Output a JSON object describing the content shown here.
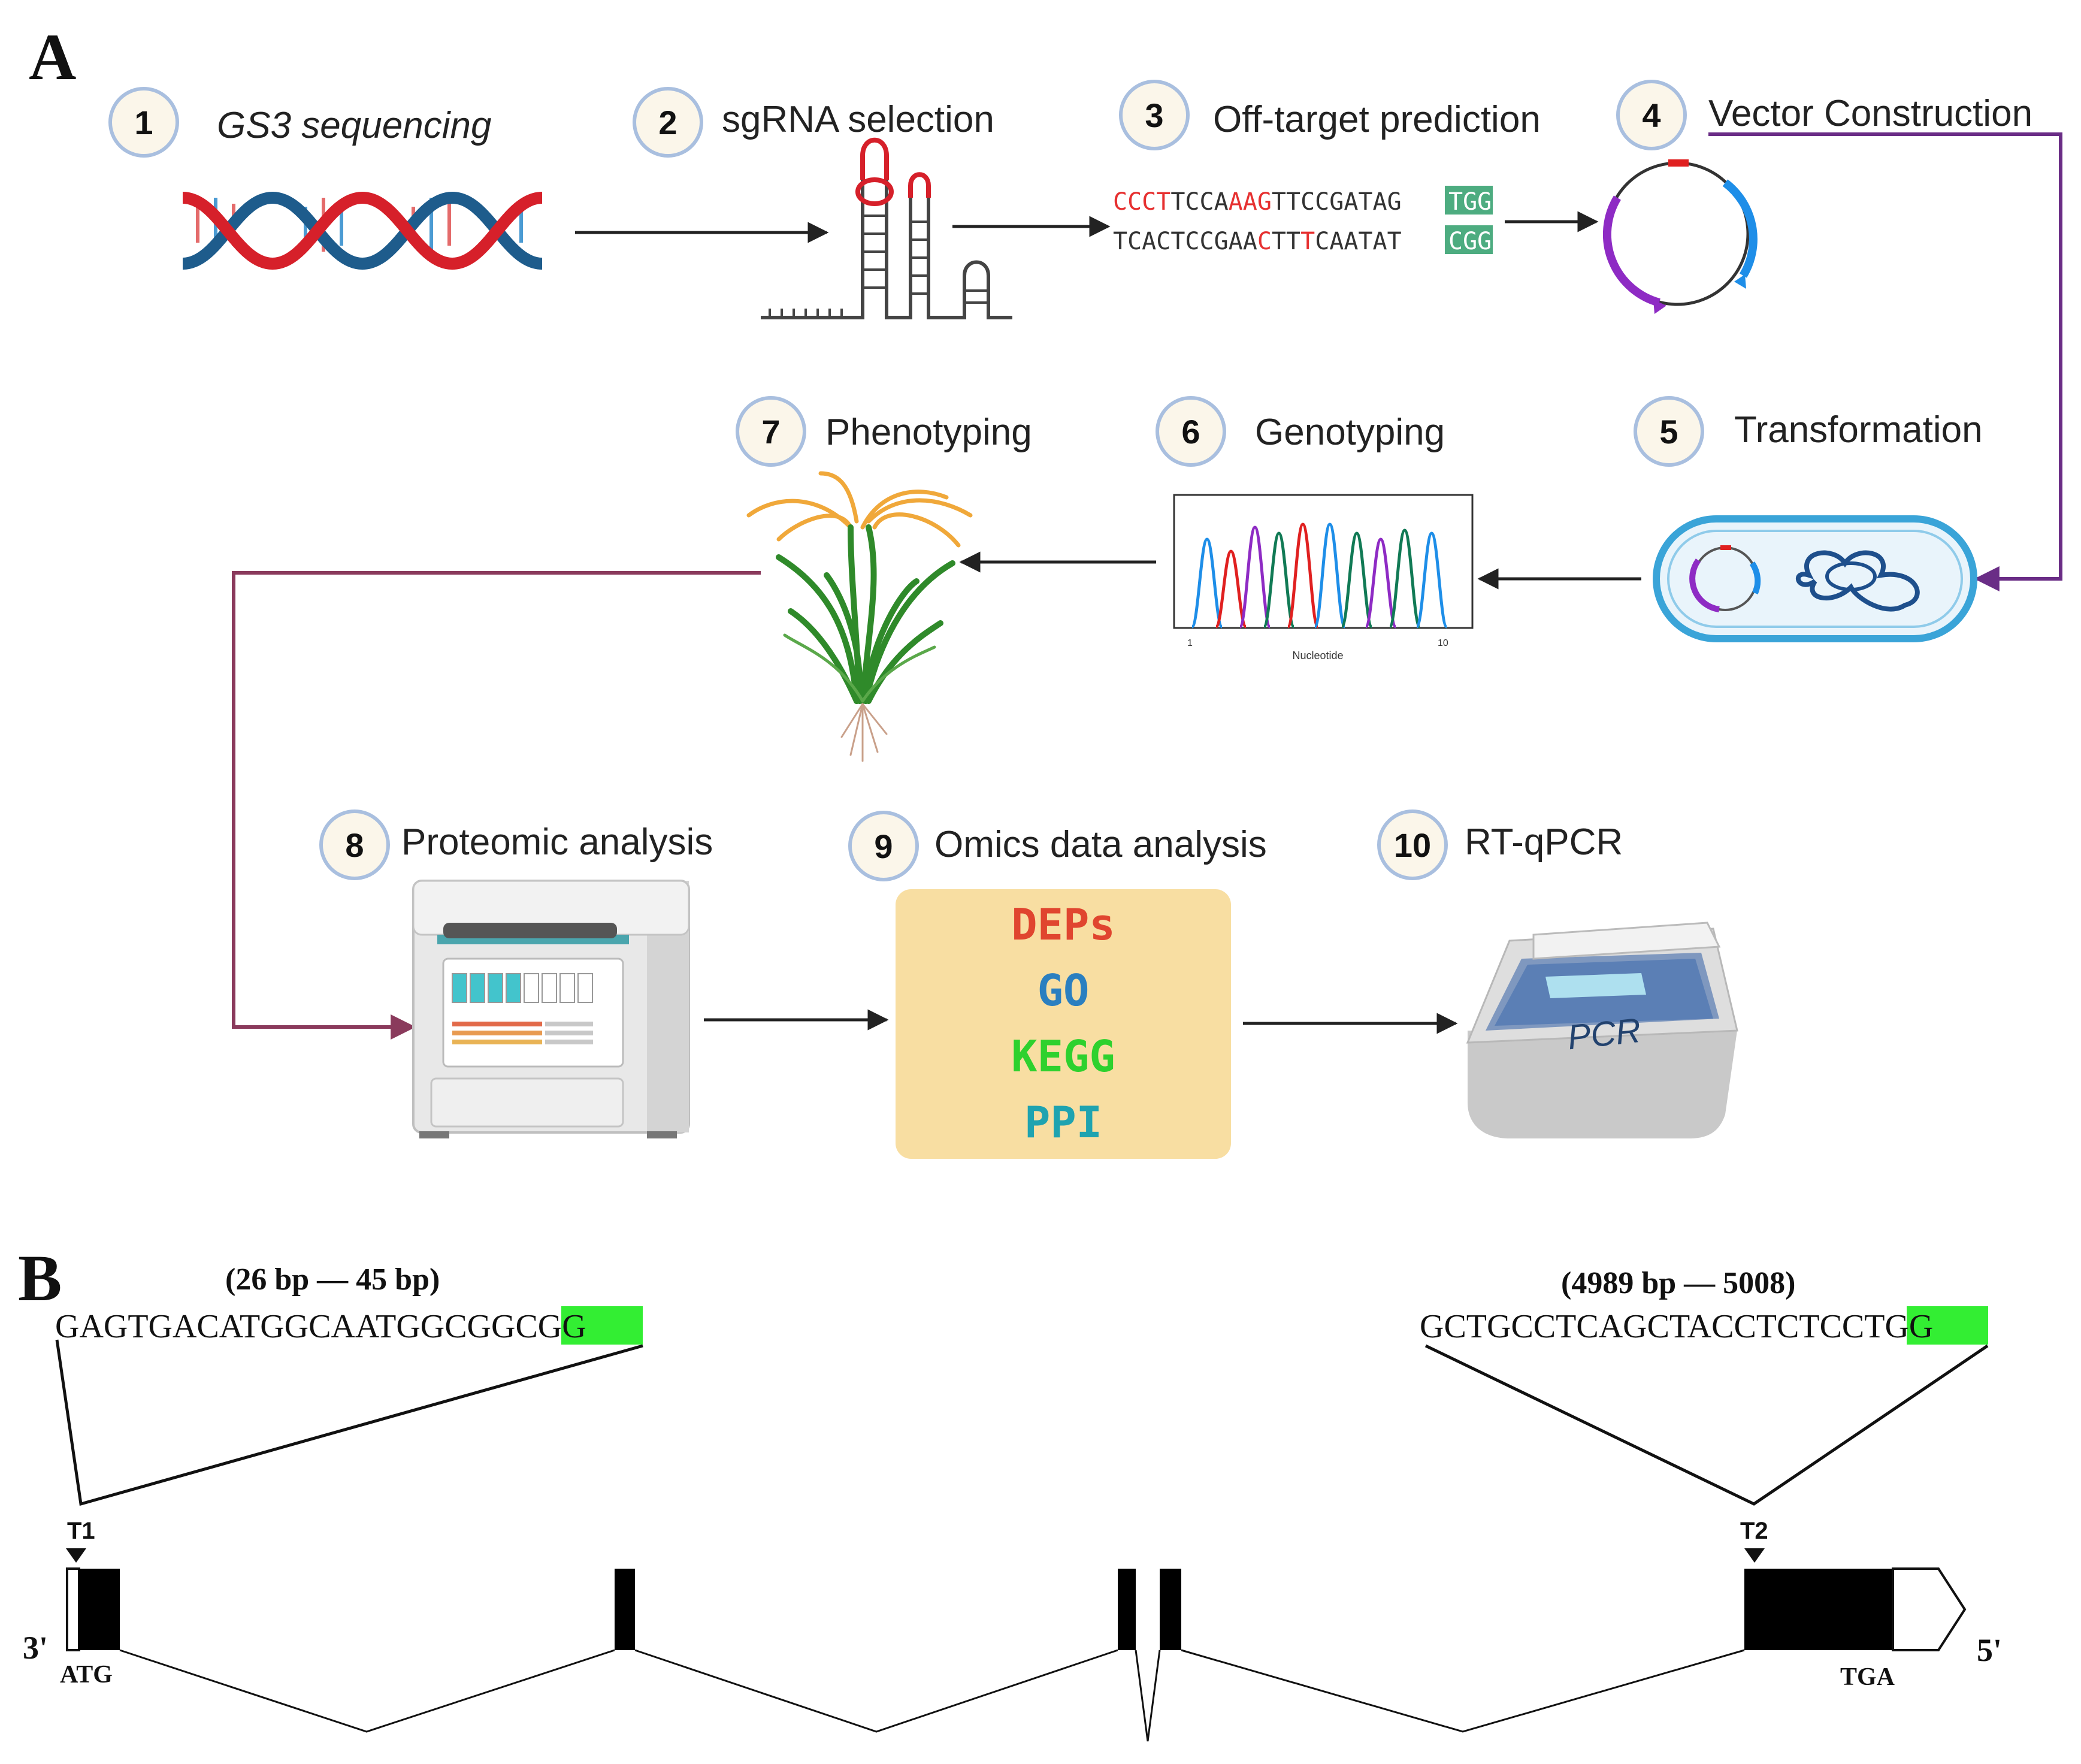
{
  "panel_a": {
    "letter": "A",
    "steps": [
      {
        "num": "1",
        "label": "GS3 sequencing"
      },
      {
        "num": "2",
        "label": "sgRNA selection"
      },
      {
        "num": "3",
        "label": "Off-target prediction"
      },
      {
        "num": "4",
        "label": "Vector Construction"
      },
      {
        "num": "5",
        "label": "Transformation"
      },
      {
        "num": "6",
        "label": "Genotyping"
      },
      {
        "num": "7",
        "label": "Phenotyping"
      },
      {
        "num": "8",
        "label": "Proteomic analysis"
      },
      {
        "num": "9",
        "label": "Omics data analysis"
      },
      {
        "num": "10",
        "label": "RT-qPCR"
      }
    ],
    "offtarget": {
      "seq1_red": "CCCT",
      "seq1_a": "TCCA",
      "seq1_red2": "AAG",
      "seq1_b": "TTCCGATAG",
      "seq1_pam": "TGG",
      "seq2_a": "TCACTCCGAA",
      "seq2_red": "C",
      "seq2_b": "TT",
      "seq2_red2": "T",
      "seq2_c": "CAATAT",
      "seq2_pam": "CGG"
    },
    "chromatogram": {
      "x_label": "Nucleotide",
      "x_start": "1",
      "x_end": "10"
    },
    "omics_terms": {
      "deps": "DEPs",
      "go": "GO",
      "kegg": "KEGG",
      "ppi": "PPI"
    },
    "pcr_label": "PCR",
    "colors": {
      "deps": "#e0452f",
      "go": "#2b7fc0",
      "kegg": "#2ed12e",
      "ppi": "#1fa3b0",
      "box_bg": "#f8dea2",
      "purple_arrow": "#6a2d86"
    }
  },
  "panel_b": {
    "letter": "B",
    "t1_range": "(26 bp — 45 bp)",
    "t1_seq": "GAGTGACATGGCAATGGCGG",
    "t1_pam": "CGG",
    "t2_range": "(4989 bp — 5008)",
    "t2_seq": "GCTGCCTCAGCTACCTCTCC",
    "t2_pam": "TGG",
    "t1_label": "T1",
    "t2_label": "T2",
    "end_left": "3'",
    "end_right": "5'",
    "start_codon": "ATG",
    "stop_codon": "TGA",
    "pam_color": "#33ee33"
  }
}
